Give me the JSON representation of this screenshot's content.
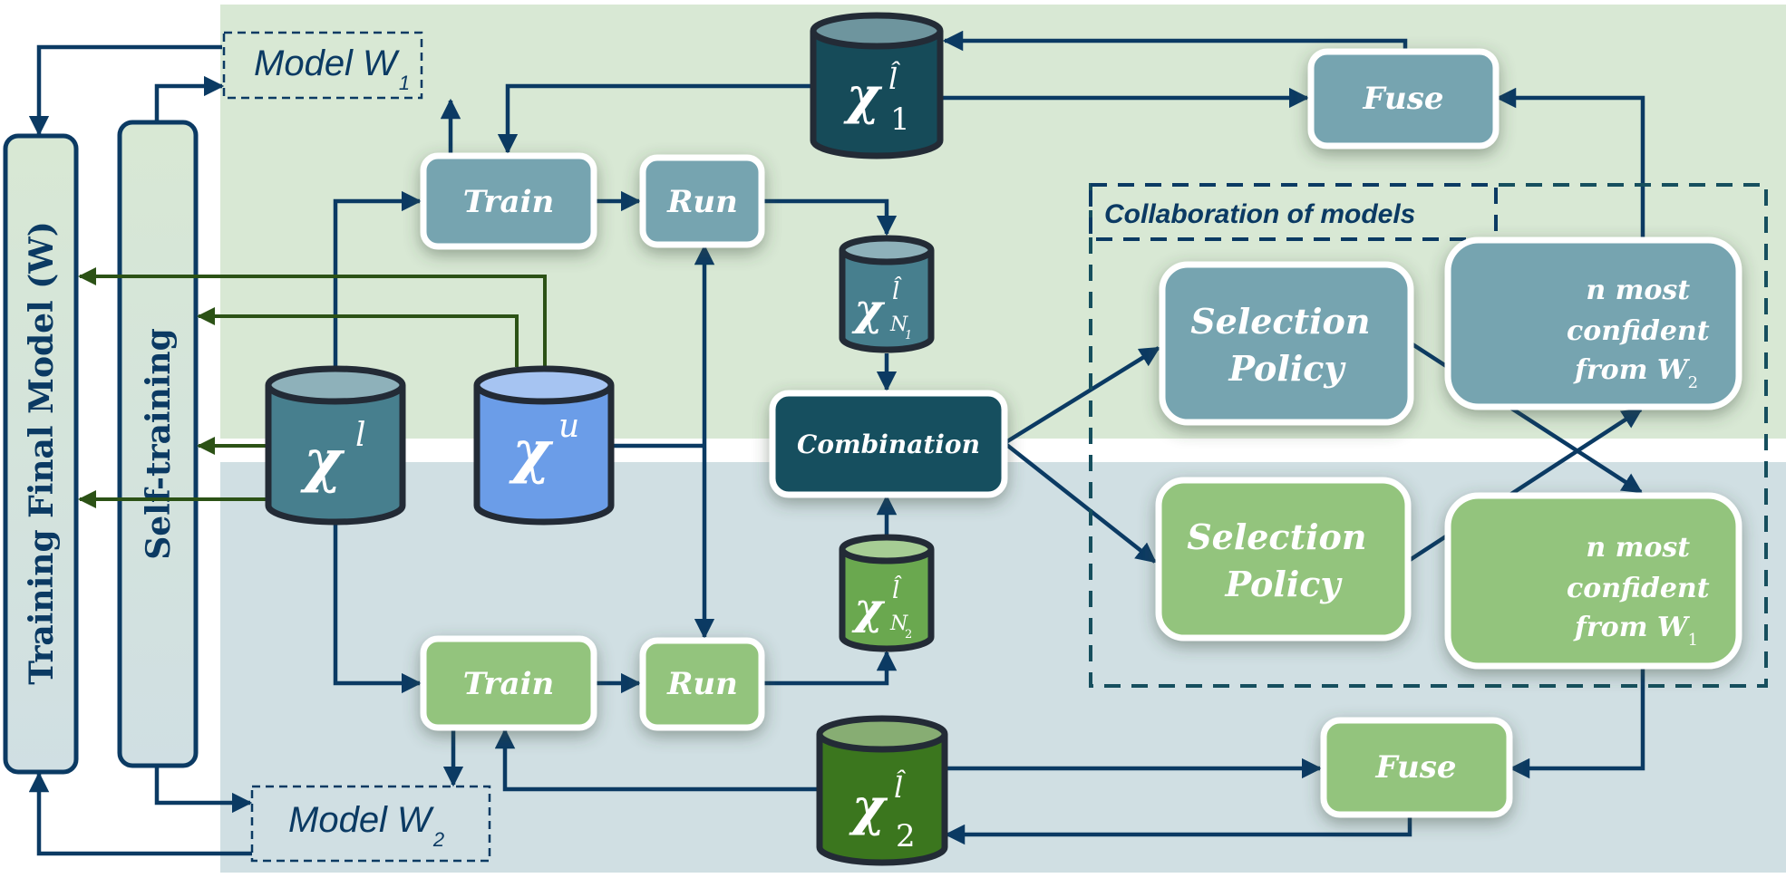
{
  "colors": {
    "top_band": "#d8e8d4",
    "bottom_band": "#d0dfe3",
    "arrow_blue": "#0b3a63",
    "arrow_green": "#2c5216",
    "box_teal": "#76a4b0",
    "box_green": "#93c47d",
    "box_dark": "#164f5e",
    "cyl_teal": "#477f8e",
    "cyl_dark": "#164b59",
    "cyl_blue": "#6b9de8",
    "cyl_green_light": "#6aa84f",
    "cyl_green_dark": "#3b761e",
    "outline": "#232b36"
  },
  "side_panels": {
    "final": "Training Final Model (W)",
    "self": "Self-training"
  },
  "models": {
    "w1": {
      "label": "Model W",
      "sub": "1"
    },
    "w2": {
      "label": "Model W",
      "sub": "2"
    }
  },
  "process": {
    "train_top": "Train",
    "run_top": "Run",
    "train_bottom": "Train",
    "run_bottom": "Run",
    "combination": "Combination",
    "fuse_top": "Fuse",
    "fuse_bottom": "Fuse"
  },
  "datasets": {
    "labeled": {
      "base": "χ",
      "sup": "l"
    },
    "unlabeled": {
      "base": "χ",
      "sup": "u"
    },
    "pseudo1": {
      "base": "χ",
      "sup": "l̂",
      "sub": "1"
    },
    "pseudo2": {
      "base": "χ",
      "sup": "l̂",
      "sub": "2"
    },
    "pseudoN1": {
      "base": "χ",
      "sup": "l̂",
      "sub": "N",
      "subsub": "1"
    },
    "pseudoN2": {
      "base": "χ",
      "sup": "l̂",
      "sub": "N",
      "subsub": "2"
    }
  },
  "collaboration": {
    "title": "Collaboration of models",
    "selection_top": [
      "Selection",
      "Policy"
    ],
    "selection_bottom": [
      "Selection",
      "Policy"
    ],
    "confident_top": {
      "lines": [
        "n most",
        "confident",
        "from W"
      ],
      "sub": "2"
    },
    "confident_bottom": {
      "lines": [
        "n most",
        "confident",
        "from W"
      ],
      "sub": "1"
    }
  }
}
